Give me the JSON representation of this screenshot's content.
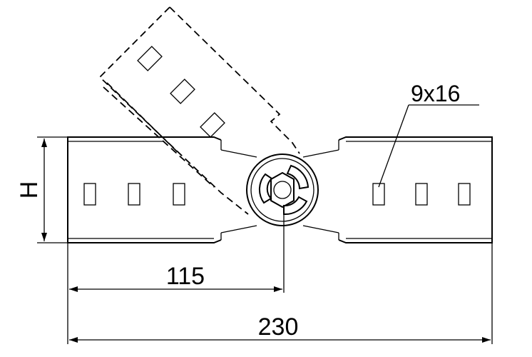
{
  "drawing": {
    "height_label": "H",
    "slot_label": "9x16",
    "half_length_label": "115",
    "total_length_label": "230"
  },
  "colors": {
    "line": "#000000",
    "background": "#ffffff"
  }
}
